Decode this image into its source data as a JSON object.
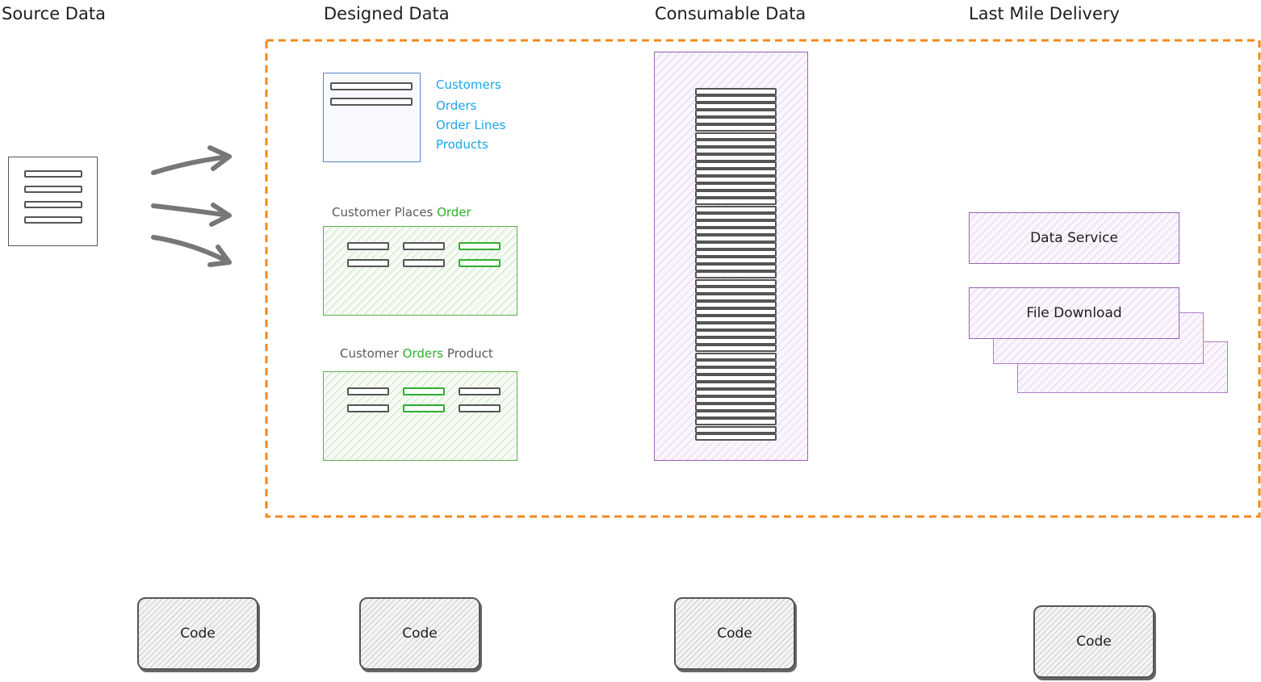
{
  "headings": {
    "source": "Source Data",
    "designed": "Designed Data",
    "consumable": "Consumable Data",
    "last_mile": "Last Mile Delivery"
  },
  "entities": [
    "Customers",
    "Orders",
    "Order Lines",
    "Products"
  ],
  "relationships": {
    "places": {
      "prefix": "Customer Places ",
      "highlight": "Order",
      "suffix": ""
    },
    "orders_product": {
      "prefix": "Customer ",
      "highlight": "Orders",
      "suffix": " Product"
    }
  },
  "delivery": {
    "data_service": "Data Service",
    "file_download": "File Download"
  },
  "code_labels": [
    "Code",
    "Code",
    "Code",
    "Code"
  ],
  "colors": {
    "boundary": "#f08a1c",
    "arrow": "#777777",
    "entity_text": "#1ba6e8",
    "highlight": "#2fae2f",
    "consumable_border": "#9a63b3",
    "entity_box_border": "#5b84c4",
    "relationship_border": "#5fae4f"
  },
  "icons": [
    "document-icon",
    "arrow-right-icon"
  ]
}
